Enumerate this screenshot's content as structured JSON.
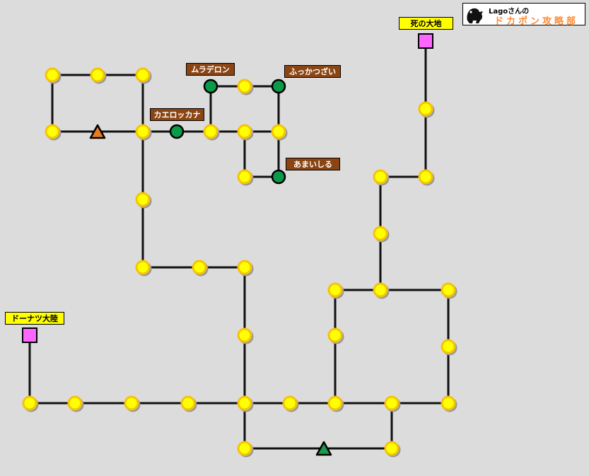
{
  "header": {
    "logo_line1": "Lagoさんの",
    "logo_line2": "ドカポン攻略部",
    "logo_icon": "creature-logo"
  },
  "labels": {
    "shi_no_daichi": "死の大地",
    "donuts_tairiku": "ドーナツ大陸",
    "muradelon": "ムラデロン",
    "fukkatsuzai": "ふっかつざい",
    "kaerokkana": "カエロッカナ",
    "amaishiru": "あまいしる"
  },
  "colors": {
    "background": "#dcdcdc",
    "space_yellow": "#ffff00",
    "space_yellow_ring": "#f5c400",
    "item_space": "#0a9a4a",
    "town_square": "#ff66ff",
    "triangle_orange": "#e87a1e",
    "triangle_green": "#1a9a4a",
    "path_line": "#111111",
    "label_yellow": "#ffff00",
    "label_brown": "#8b4513"
  }
}
